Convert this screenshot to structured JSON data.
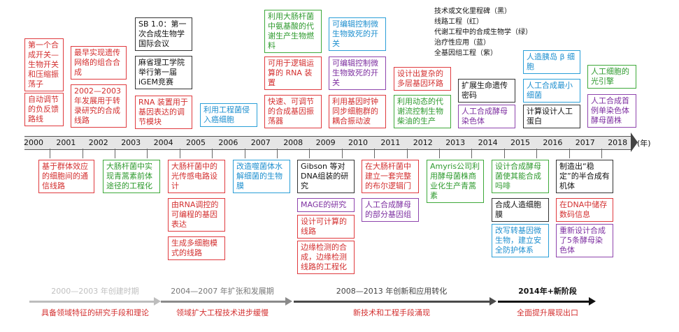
{
  "legend": {
    "items": [
      "技术或文化里程碑（黑）",
      "线路工程（红）",
      "代谢工程中的合成生物学（绿）",
      "治疗性应用（蓝）",
      "全基因组工程（紫）"
    ]
  },
  "timeline": {
    "unit": "(年)",
    "years": [
      "2000",
      "2001",
      "2002",
      "2003",
      "2004",
      "2005",
      "2006",
      "2007",
      "2008",
      "2009",
      "2010",
      "2011",
      "2012",
      "2013",
      "2014",
      "2015",
      "2016",
      "2017",
      "2018"
    ]
  },
  "events": {
    "e01": "第一个合成开关—生物开关和压缩振荡子",
    "e02": "自动调节的负反馈路线",
    "e03": "最早实现遗传网络的组合合成",
    "e04": "2002—2003年发展用于转录研究的合成线路",
    "e05": "SB 1.0：第一次合成生物学国际会议",
    "e06": "麻省理工学院举行第一届iGEM竞赛",
    "e07": "RNA 装置用于基因表达的调节模块",
    "e08": "利用工程菌侵入癌细胞",
    "e09": "利用大肠杆菌中氨基酸的代谢生产生物燃料",
    "e10": "可用于逻辑运算的 RNA 装置",
    "e11": "快速、可调节的合成基因振荡器",
    "e12": "可编辑控制微生物致死的开关",
    "e13": "可编辑控制微生物致死的开关",
    "e14": "利用基因时钟同步细胞群的耦合振动波",
    "e15": "设计出复杂的多层基因环路",
    "e16": "利用动态的代谢流控制生物柴油的生产",
    "e17": "扩展生命遗传密码",
    "e18": "人工合成酵母染色体",
    "e19": "人造胰岛 β 细胞",
    "e20": "人工合成最小细菌",
    "e21": "计算设计人工蛋白",
    "e22": "人工细胞的光引擎",
    "e23": "人工合成首例单染色体酵母菌株",
    "e24": "基于群体效应的细胞间的通信线路",
    "e25": "大肠杆菌中实现青蒿素前体途径的工程化",
    "e26": "大肠杆菌中的光传感电路设计",
    "e27": "由RNA调控的可编程的基因表达",
    "e28": "生成多细胞模式的线路",
    "e29": "改造噬菌体水解细菌的生物膜",
    "e30": "Gibson 等对 DNA组装的研究",
    "e31": "MAGE的研究",
    "e32": "设计可计算的线路",
    "e33": "边缘检测的合成，边缘检测线路的工程化",
    "e34": "在大肠杆菌中建立一套完整的布尔逻辑门",
    "e35": "人工合成酵母的部分基因组",
    "e36": "Amyris公司利用酵母菌株商业化生产青蒿素",
    "e37": "设计合成酵母菌使其能合成吗啡",
    "e38": "合成人造细胞膜",
    "e39": "改写转基因微生物，建立安全防护体系",
    "e40": "制造出“稳定”的半合成有机体",
    "e41": "在DNA中储存数码信息",
    "e42": "重新设计合成了5条酵母染色体"
  },
  "phases": [
    {
      "title": "2000—2003 年创建时期",
      "desc": "具备领域特征的研究手段和理论",
      "color": "#bdbdbd"
    },
    {
      "title": "2004—2007 年扩张和发展期",
      "desc": "领域扩大工程技术进步缓慢",
      "color": "#8a8a8a"
    },
    {
      "title": "2008—2013 年创新和应用转化",
      "desc": "新技术和工程手段涌现",
      "color": "#4a4a4a"
    },
    {
      "title": "2014年+新阶段",
      "desc": "全面提升展现出口",
      "color": "#111111"
    }
  ],
  "colors": {
    "black": "#333333",
    "red": "#e03a3e",
    "green": "#3ea93a",
    "blue": "#2a9fd8",
    "purple": "#8e44ad"
  }
}
